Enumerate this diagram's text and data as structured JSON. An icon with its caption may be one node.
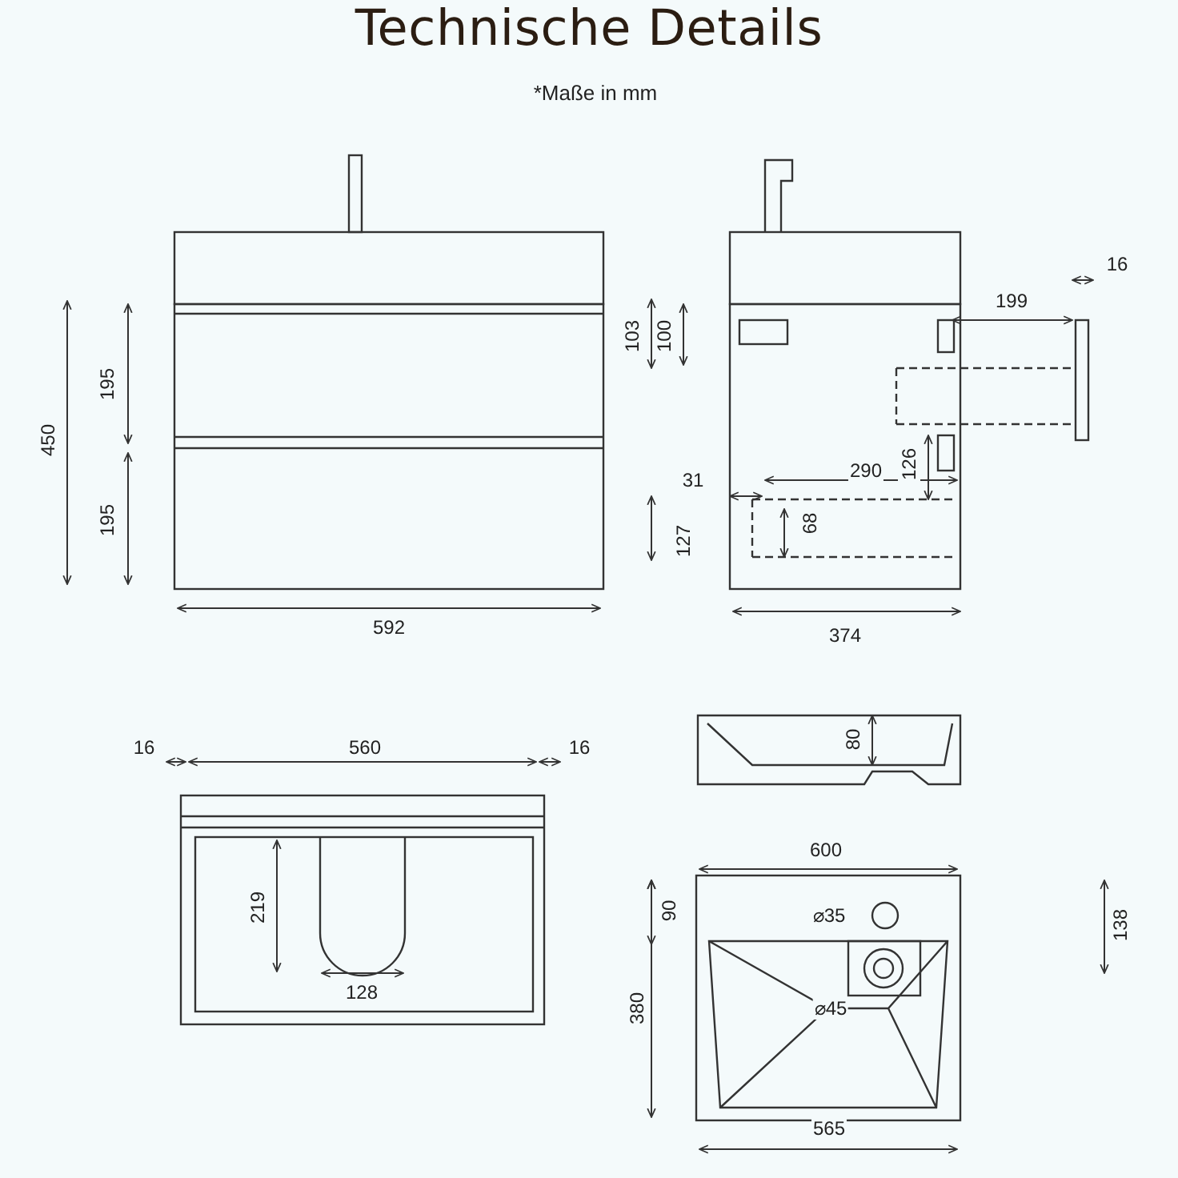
{
  "diagram": {
    "title": "Technische Details",
    "labels": [
      "*Maße in mm",
      "16",
      "199",
      "103",
      "100",
      "195",
      "450",
      "126",
      "290",
      "31",
      "195",
      "68",
      "127",
      "592",
      "374",
      "16",
      "560",
      "16",
      "80",
      "600",
      "219",
      "90",
      "⌀35",
      "138",
      "128",
      "380",
      "⌀45",
      "565"
    ]
  }
}
